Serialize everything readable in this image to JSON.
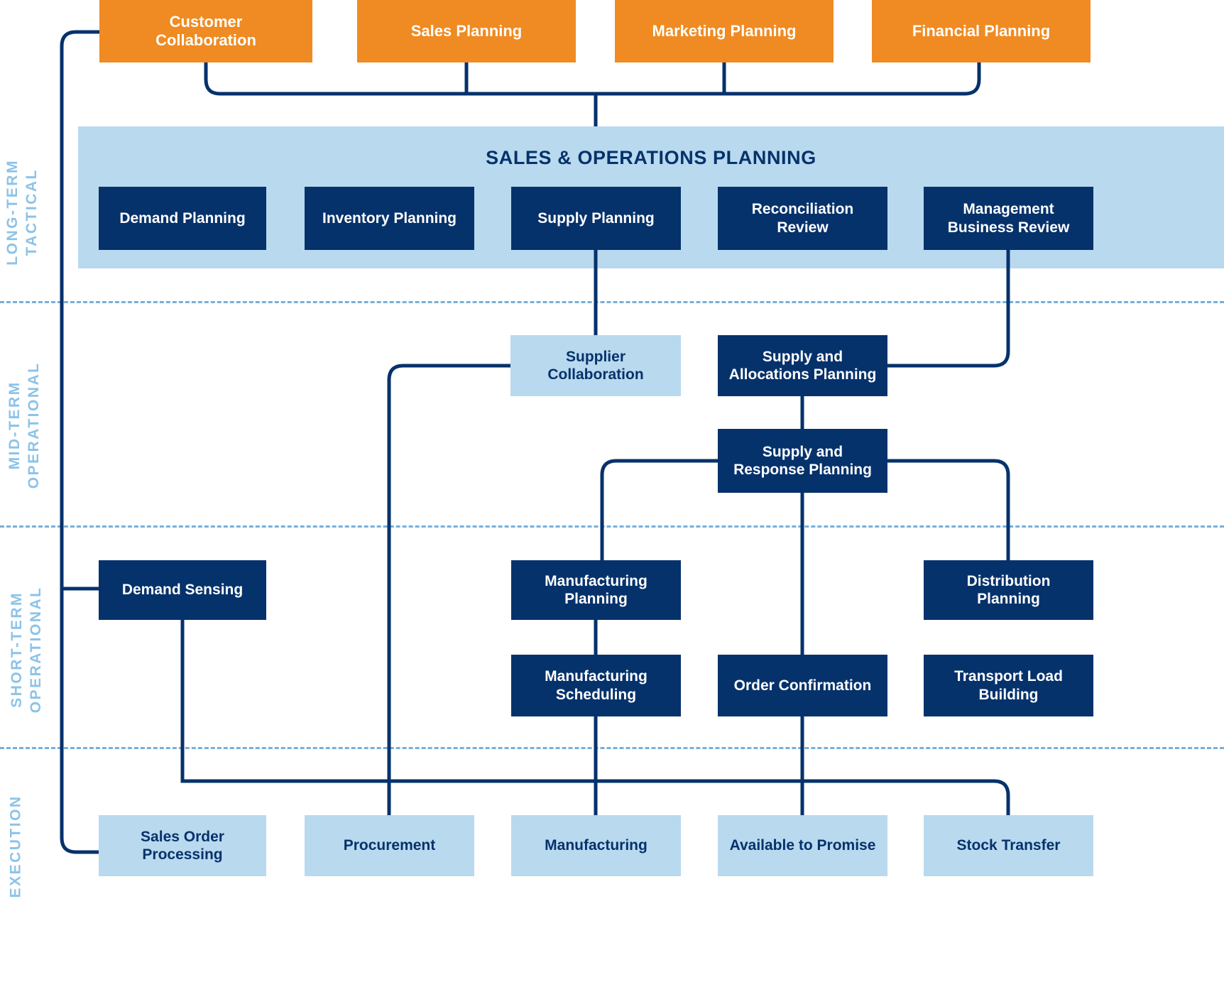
{
  "diagram": {
    "title": "Sales & Operations Planning supply chain planning framework",
    "colors": {
      "orange": "#ef8b22",
      "navy": "#06326b",
      "light_blue": "#b9d9ef",
      "divider_blue": "#76b0dd",
      "tier_label_blue": "#8cc3e8"
    }
  },
  "tiers": [
    {
      "label": "LONG-TERM\nTACTICAL"
    },
    {
      "label": "MID-TERM\nOPERATIONAL"
    },
    {
      "label": "SHORT-TERM\nOPERATIONAL"
    },
    {
      "label": "EXECUTION"
    }
  ],
  "sop": {
    "heading": "SALES & OPERATIONS PLANNING"
  },
  "nodes": {
    "top_inputs": [
      {
        "label": "Customer\nCollaboration"
      },
      {
        "label": "Sales Planning"
      },
      {
        "label": "Marketing Planning"
      },
      {
        "label": "Financial Planning"
      }
    ],
    "sop_items": [
      {
        "label": "Demand Planning"
      },
      {
        "label": "Inventory Planning"
      },
      {
        "label": "Supply Planning"
      },
      {
        "label": "Reconciliation\nReview"
      },
      {
        "label": "Management\nBusiness Review"
      }
    ],
    "mid_term": [
      {
        "label": "Supplier\nCollaboration"
      },
      {
        "label": "Supply and\nAllocations Planning"
      },
      {
        "label": "Supply and\nResponse Planning"
      }
    ],
    "short_term": [
      {
        "label": "Demand Sensing"
      },
      {
        "label": "Manufacturing\nPlanning"
      },
      {
        "label": "Distribution\nPlanning"
      },
      {
        "label": "Manufacturing\nScheduling"
      },
      {
        "label": "Order Confirmation"
      },
      {
        "label": "Transport Load\nBuilding"
      }
    ],
    "execution": [
      {
        "label": "Sales Order\nProcessing"
      },
      {
        "label": "Procurement"
      },
      {
        "label": "Manufacturing"
      },
      {
        "label": "Available to Promise"
      },
      {
        "label": "Stock Transfer"
      }
    ]
  }
}
